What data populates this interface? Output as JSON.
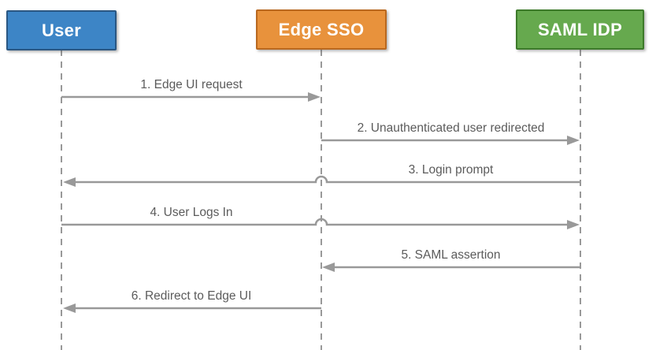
{
  "diagram": {
    "type": "sequence",
    "actors": [
      {
        "id": "user",
        "label": "User",
        "fill": "#3d85c6",
        "border": "#2a5783"
      },
      {
        "id": "edge-sso",
        "label": "Edge SSO",
        "fill": "#e8923c",
        "border": "#b9681f"
      },
      {
        "id": "saml-idp",
        "label": "SAML IDP",
        "fill": "#66a94e",
        "border": "#3d7a2a"
      }
    ],
    "messages": [
      {
        "seq": 1,
        "label": "1. Edge UI request",
        "from": "user",
        "to": "edge-sso"
      },
      {
        "seq": 2,
        "label": "2. Unauthenticated user redirected",
        "from": "edge-sso",
        "to": "saml-idp"
      },
      {
        "seq": 3,
        "label": "3. Login prompt",
        "from": "saml-idp",
        "to": "user"
      },
      {
        "seq": 4,
        "label": "4. User Logs In",
        "from": "user",
        "to": "saml-idp"
      },
      {
        "seq": 5,
        "label": "5. SAML assertion",
        "from": "saml-idp",
        "to": "edge-sso"
      },
      {
        "seq": 6,
        "label": "6. Redirect to Edge UI",
        "from": "edge-sso",
        "to": "user"
      }
    ],
    "colors": {
      "line": "#999999",
      "label_text": "#5b5b5b",
      "background": "#ffffff"
    }
  }
}
